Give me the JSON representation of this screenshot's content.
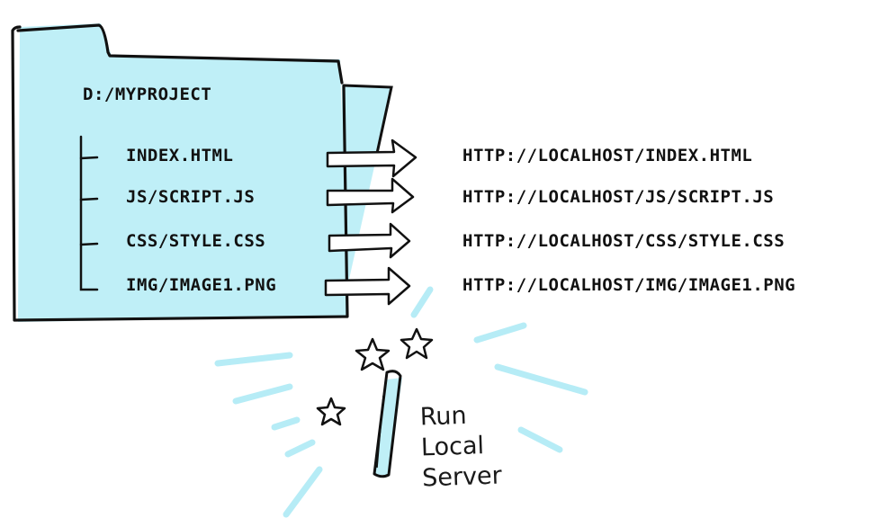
{
  "folder": {
    "root": "D:/MYPROJECT",
    "files": [
      "INDEX.HTML",
      "JS/SCRIPT.JS",
      "CSS/STYLE.CSS",
      "IMG/IMAGE1.PNG"
    ]
  },
  "urls": [
    "HTTP://LOCALHOST/INDEX.HTML",
    "HTTP://LOCALHOST/JS/SCRIPT.JS",
    "HTTP://LOCALHOST/CSS/STYLE.CSS",
    "HTTP://LOCALHOST/IMG/IMAGE1.PNG"
  ],
  "caption": {
    "line1": "Run",
    "line2": "Local",
    "line3": "Server"
  },
  "colors": {
    "folder_fill": "#bfeff7",
    "stroke": "#111111",
    "accent": "#b6ecf6"
  }
}
